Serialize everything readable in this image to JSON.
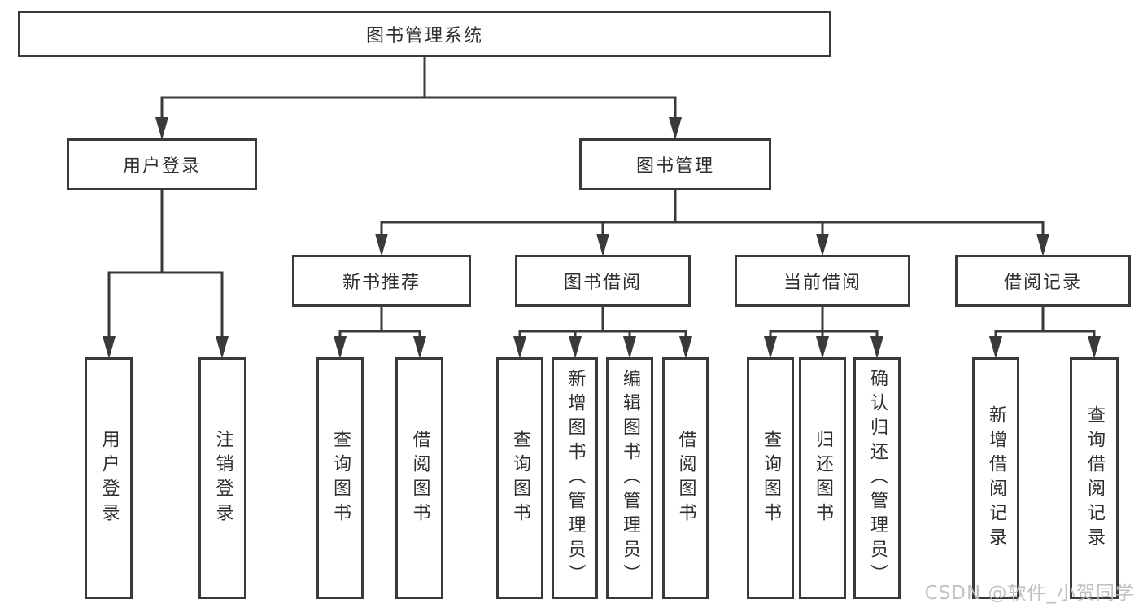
{
  "colors": {
    "line": "#3a3a3a",
    "box_border": "#3a3a3a",
    "text": "#2f2f2f",
    "watermark": "#bcbcc0",
    "background": "#ffffff"
  },
  "tree": {
    "root": {
      "label": "图书管理系统"
    },
    "branches": [
      {
        "label": "用户登录",
        "leaves": [
          {
            "label": "用户登录"
          },
          {
            "label": "注销登录"
          }
        ]
      },
      {
        "label": "图书管理",
        "groups": [
          {
            "label": "新书推荐",
            "leaves": [
              {
                "label": "查询图书"
              },
              {
                "label": "借阅图书"
              }
            ]
          },
          {
            "label": "图书借阅",
            "leaves": [
              {
                "label": "查询图书"
              },
              {
                "label": "新增图书（管理员）"
              },
              {
                "label": "编辑图书（管理员）"
              },
              {
                "label": "借阅图书"
              }
            ]
          },
          {
            "label": "当前借阅",
            "leaves": [
              {
                "label": "查询图书"
              },
              {
                "label": "归还图书"
              },
              {
                "label": "确认归还（管理员）"
              }
            ]
          },
          {
            "label": "借阅记录",
            "leaves": [
              {
                "label": "新增借阅记录"
              },
              {
                "label": "查询借阅记录"
              }
            ]
          }
        ]
      }
    ]
  },
  "watermark": {
    "text": "CSDN @软件_小贺同学"
  }
}
